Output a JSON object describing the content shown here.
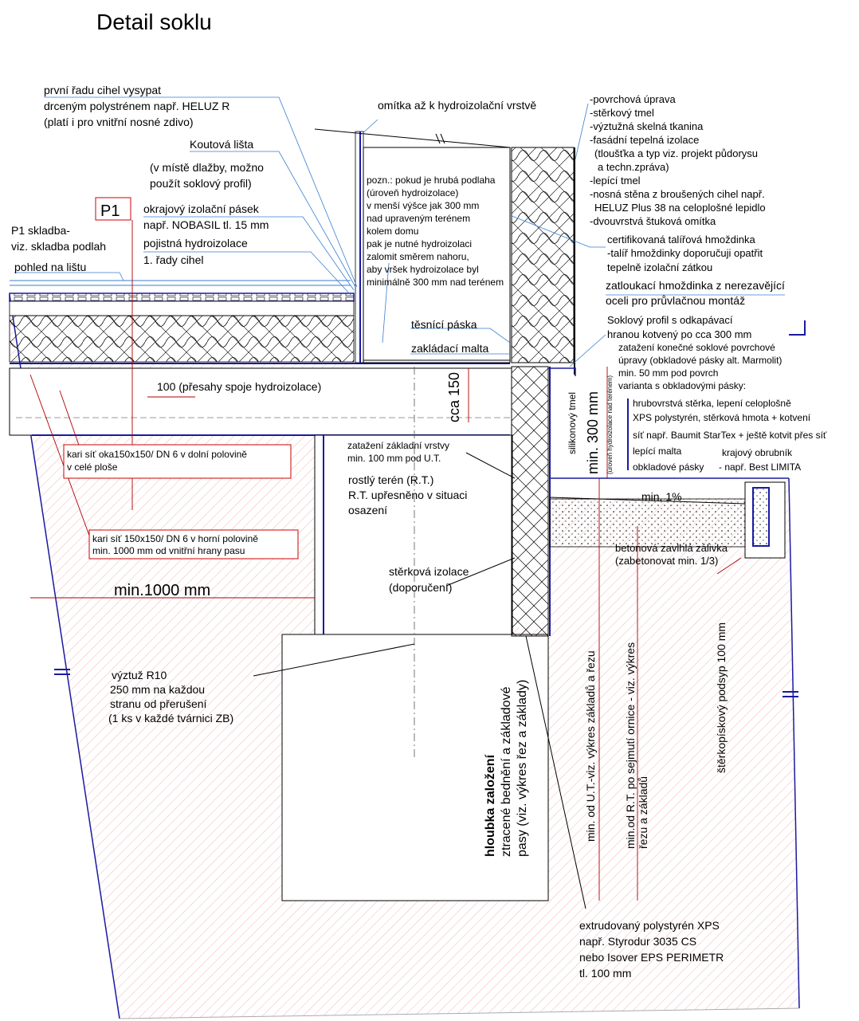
{
  "title": "Detail soklu",
  "colors": {
    "hatch": "#f2b8b8",
    "leader": "#3a7fd0",
    "membrane": "#1a1aa0",
    "dimension": "#b00000",
    "frame": "#cc0000"
  },
  "labels": {
    "p1_box": "P1",
    "fill_1": "první řadu cihel vysypat",
    "fill_2": "drceným polystrénem např. HELUZ R",
    "fill_3": "(platí i pro vnitřní nosné zdivo)",
    "corner_1": "Koutová lišta",
    "corner_2": "(v místě dlažby, možno",
    "corner_3": "použít soklový profil)",
    "edge_1": "okrajový izolační pásek",
    "edge_2": "např. NOBASIL tl. 15 mm",
    "bond_1": "pojistná hydroizolace",
    "bond_2": "1. řady cihel",
    "p1_1": "P1 skladba-",
    "p1_2": "viz. skladba podlah",
    "strip": "pohled na lištu",
    "plaster": "omítka až k hydroizolační vrstvě",
    "note_1": "pozn.: pokud je hrubá podlaha",
    "note_2": "(úroveň hydroizolace)",
    "note_3": "v menší výšce jak 300 mm",
    "note_4": "nad upraveným terénem",
    "note_5": "kolem domu",
    "note_6": "pak je nutné hydroizolaci",
    "note_7": "zalomit směrem nahoru,",
    "note_8": "aby vršek hydroizolace byl",
    "note_9": "minimálně 300 mm nad terénem",
    "wall_1": "-povrchová úprava",
    "wall_2": "-stěrkový tmel",
    "wall_3": "-výztužná skelná tkanina",
    "wall_4": "-fasádní tepelná izolace",
    "wall_5": "(tloušťka a typ viz. projekt půdorysu",
    "wall_6": "a techn.zpráva)",
    "wall_7": "-lepící tmel",
    "wall_8": "-nosná stěna z broušených cihel např.",
    "wall_9": "HELUZ Plus 38 na celoplošné lepidlo",
    "wall_10": "-dvouvrstvá štuková omítka",
    "anchor_1": "certifikovaná talířová hmoždinka",
    "anchor_2": "-talíř hmoždinky doporučuji opatřit",
    "anchor_3": "tepelně izolační zátkou",
    "nail_1": "zatloukací hmoždinka z nerezavějící",
    "nail_2": "oceli pro průvlačnou montáž",
    "seal": "těsnící páska",
    "mortar": "zakládací malta",
    "sock_1": "Soklový profil s odkapávací",
    "sock_2": "hranou kotvený po cca 300 mm",
    "load_1": "zatažení konečné soklové povrchové",
    "load_2": "úpravy (obkladové pásky alt. Marmolit)",
    "load_3": "min. 50 mm pod povrch",
    "load_4": "varianta s obkladovými pásky:",
    "var_1": "hrubovrstvá stěrka, lepení celoplošně",
    "var_2": "XPS polystyrén, stěrková hmota + kotvení",
    "var_3": "síť např. Baumit StarTex + ještě kotvit přes síť",
    "var_4": "lepící malta",
    "var_5": "obkladové pásky",
    "curb_1": "krajový obrubník",
    "curb_2": "- např. Best LIMITA",
    "overlap": "100 (přesahy spoje hydroizolace)",
    "cca150": "cca 150",
    "silicone": "silikonový tmel",
    "min300": "min. 300 mm",
    "min300_sub": "(úroveň hydroizolace nad terénem)",
    "base_1": "zatažení základní vrstvy",
    "base_2": "min. 100 mm pod U.T.",
    "mesh_low_1": "kari síť oka150x150/ DN 6 v dolní polovině",
    "mesh_low_2": "v celé ploše",
    "mesh_up_1": "kari síť 150x150/ DN 6 v horní polovině",
    "mesh_up_2": "min. 1000 mm od vnitřní hrany pasu",
    "soil_1": "rostlý terén (R.T.)",
    "soil_2": "R.T. upřesněno v situaci",
    "soil_3": "osazení",
    "slope": "min. 1%",
    "concrete_1": "betonová zavlhlá zálivka",
    "concrete_2": "(zabetonovat min. 1/3)",
    "gravel_iso_1": "stěrková izolace",
    "gravel_iso_2": "(doporučení)",
    "min1000": "min.1000 mm",
    "rebar_1": "výztuž R10",
    "rebar_2": "250 mm na každou",
    "rebar_3": "stranu od přerušení",
    "rebar_4": "(1 ks v každé tvárnici ZB)",
    "depth_1": "hloubka založení",
    "depth_2": "ztracené bednění a základové",
    "depth_3": "pasy (viz. výkres řez a základy)",
    "ut_dim": "min. od U.T.-viz. výkres základů a řezu",
    "rt_dim_1": "min.od R.T. po sejmutí ornice - viz. výkres",
    "rt_dim_2": "řezu a základů",
    "gravel_dim": "štěrkopískový podsyp 100 mm",
    "xps_1": "extrudovaný polystyrén XPS",
    "xps_2": "např. Styrodur 3035 CS",
    "xps_3": "nebo Isover EPS PERIMETR",
    "xps_4": "tl. 100 mm"
  }
}
